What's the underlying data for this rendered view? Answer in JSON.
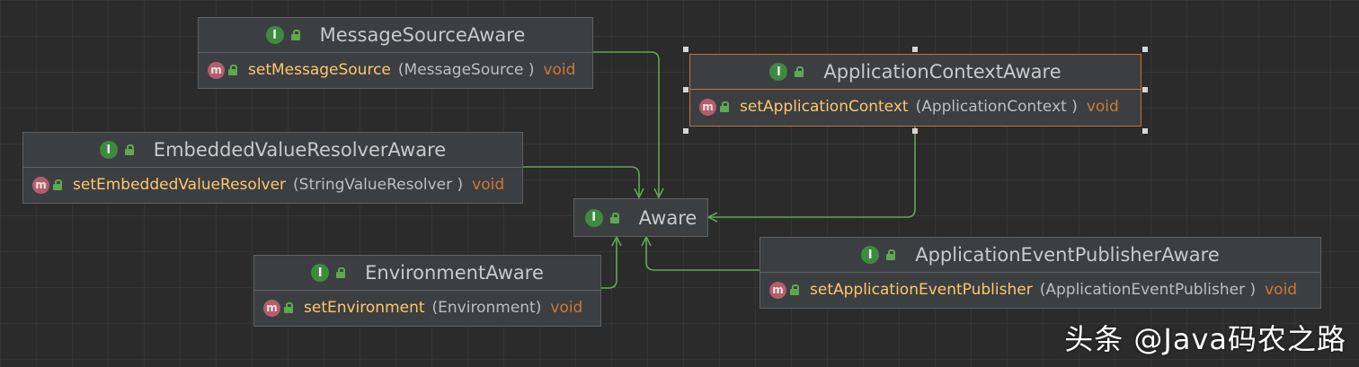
{
  "diagram": {
    "nodes": {
      "message_source_aware": {
        "title": "MessageSourceAware",
        "method": {
          "name": "setMessageSource",
          "param": "(MessageSource )",
          "return": "void"
        }
      },
      "application_context_aware": {
        "title": "ApplicationContextAware",
        "method": {
          "name": "setApplicationContext",
          "param": "(ApplicationContext )",
          "return": "void"
        }
      },
      "embedded_value_resolver_aware": {
        "title": "EmbeddedValueResolverAware",
        "method": {
          "name": "setEmbeddedValueResolver",
          "param": "(StringValueResolver )",
          "return": "void"
        }
      },
      "aware": {
        "title": "Aware"
      },
      "environment_aware": {
        "title": "EnvironmentAware",
        "method": {
          "name": "setEnvironment",
          "param": "(Environment)",
          "return": "void"
        }
      },
      "application_event_publisher_aware": {
        "title": "ApplicationEventPublisherAware",
        "method": {
          "name": "setApplicationEventPublisher",
          "param": "(ApplicationEventPublisher )",
          "return": "void"
        }
      }
    },
    "icons": {
      "interface": "I",
      "method": "m",
      "interface_icon_name": "interface-icon",
      "method_icon_name": "method-icon",
      "lock_icon_name": "public-lock-icon"
    },
    "colors": {
      "background": "#2b2b2b",
      "node_fill": "#3c3f41",
      "selected_border": "#c4742f",
      "edge": "#5ea84f",
      "method_name": "#ffc66d",
      "return_type": "#cc7832"
    }
  },
  "watermark": "头条 @Java码农之路"
}
